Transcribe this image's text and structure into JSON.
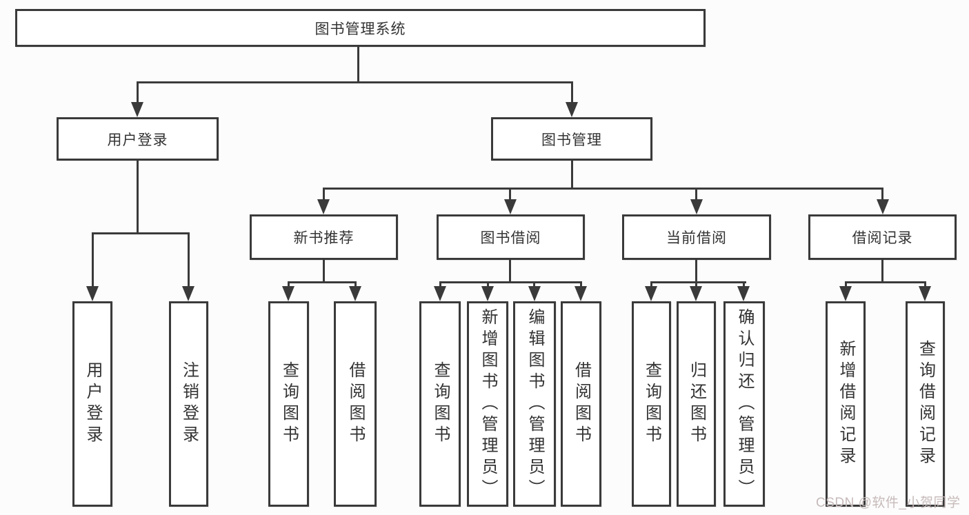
{
  "diagram": {
    "root": {
      "label": "图书管理系统"
    },
    "user_login": {
      "label": "用户登录",
      "children": [
        "用户登录",
        "注销登录"
      ]
    },
    "book_mgmt": {
      "label": "图书管理"
    },
    "new_books": {
      "label": "新书推荐",
      "children": [
        "查询图书",
        "借阅图书"
      ]
    },
    "book_borrow": {
      "label": "图书借阅",
      "children": [
        "查询图书",
        "新增图书（管理员）",
        "编辑图书（管理员）",
        "借阅图书"
      ]
    },
    "current_borrow": {
      "label": "当前借阅",
      "children": [
        "查询图书",
        "归还图书",
        "确认归还（管理员）"
      ]
    },
    "borrow_records": {
      "label": "借阅记录",
      "children": [
        "新增借阅记录",
        "查询借阅记录"
      ]
    }
  },
  "watermark": {
    "text": "CSDN @软件_小贺同学"
  },
  "colors": {
    "line": "#3a3a3a",
    "text": "#333333",
    "background": "#fcfcfc",
    "watermark": "#c7baba"
  }
}
